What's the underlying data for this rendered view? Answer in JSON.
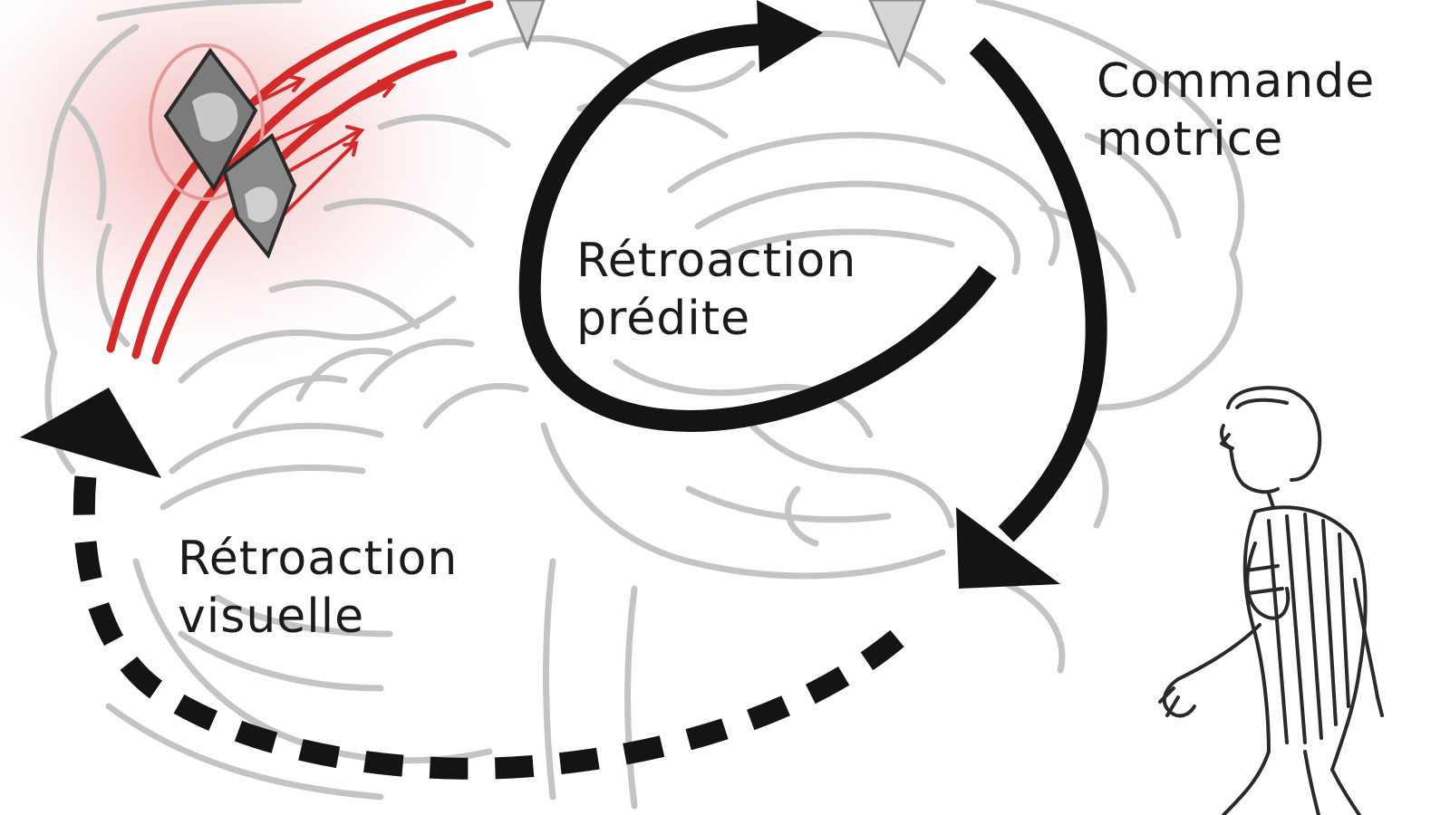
{
  "labels": {
    "motor_command": [
      "Commande",
      "motrice"
    ],
    "predicted_feedback": [
      "Rétroaction",
      "prédite"
    ],
    "visual_feedback": [
      "Rétroaction",
      "visuelle"
    ]
  },
  "colors": {
    "brain_outline": "#c4c4c4",
    "loop_arrows": "#141414",
    "signal_lines": "#d42a2a",
    "glow": "#f1a9a9",
    "player_stroke": "#2a2a2a"
  },
  "icons": {
    "brain": "brain-outline-icon",
    "player": "football-player-icon",
    "motor_arrow": "curved-arrow-icon",
    "predicted_arrow": "loop-arrow-icon",
    "visual_arrow": "dashed-curved-arrow-icon"
  }
}
